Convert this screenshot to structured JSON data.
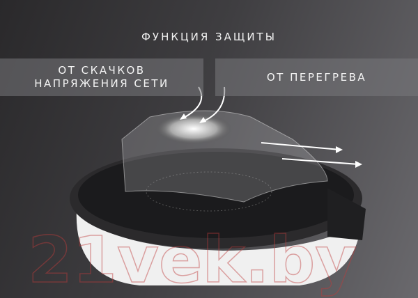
{
  "title": "ФУНКЦИЯ ЗАЩИТЫ",
  "features": [
    {
      "label": "ОТ СКАЧКОВ НАПРЯЖЕНИЯ СЕТИ"
    },
    {
      "label": "ОТ ПЕРЕГРЕВА"
    }
  ],
  "watermark": "21vek.by",
  "colors": {
    "background": "#3f3e41",
    "text": "#f2f2f2",
    "watermark": "#c0392b"
  }
}
